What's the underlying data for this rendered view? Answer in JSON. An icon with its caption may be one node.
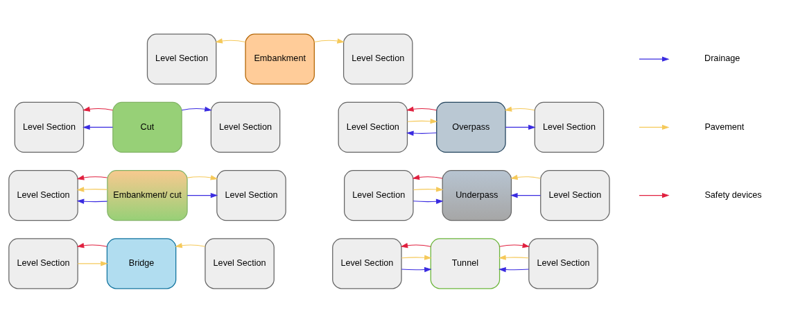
{
  "diagram": {
    "nodes": [
      {
        "text": [
          "Level Section"
        ]
      },
      {
        "text": [
          "Embankment"
        ]
      },
      {
        "text": [
          "Level Section"
        ]
      },
      {
        "text": [
          "Level Section"
        ]
      },
      {
        "text": [
          "Cut"
        ]
      },
      {
        "text": [
          "Level Section"
        ]
      },
      {
        "text": [
          "Level Section"
        ]
      },
      {
        "text": [
          "Overpass"
        ]
      },
      {
        "text": [
          "Level Section"
        ]
      },
      {
        "text": [
          "Level Section"
        ]
      },
      {
        "text": [
          "Embankment/ cut"
        ]
      },
      {
        "text": [
          "Level Section"
        ]
      },
      {
        "text": [
          "Level Section"
        ]
      },
      {
        "text": [
          "Underpass"
        ]
      },
      {
        "text": [
          "Level Section"
        ]
      },
      {
        "text": [
          "Level Section"
        ]
      },
      {
        "text": [
          "Bridge"
        ]
      },
      {
        "text": [
          "Level Section"
        ]
      },
      {
        "text": [
          "Level Section"
        ]
      },
      {
        "text": [
          "Tunnel"
        ]
      },
      {
        "text": [
          "Level Section"
        ]
      }
    ],
    "edges": [
      {
        "from": 1,
        "to": 0,
        "arrow": "to",
        "color": "#f5c95a"
      },
      {
        "from": 1,
        "to": 2,
        "arrow": "to",
        "color": "#f5c95a"
      },
      {
        "from": 4,
        "to": 3,
        "arrow": "to",
        "color": "#3a2be0"
      },
      {
        "from": 4,
        "to": 3,
        "arrow": "to",
        "color": "#e0203f"
      },
      {
        "from": 4,
        "to": 5,
        "arrow": "to",
        "color": "#3a2be0"
      },
      {
        "from": 7,
        "to": 6,
        "arrow": "to",
        "color": "#3a2be0"
      },
      {
        "from": 6,
        "to": 7,
        "arrow": "to",
        "color": "#f5c95a"
      },
      {
        "from": 7,
        "to": 6,
        "arrow": "to",
        "color": "#e0203f"
      },
      {
        "from": 7,
        "to": 8,
        "arrow": "to",
        "color": "#3a2be0"
      },
      {
        "from": 8,
        "to": 7,
        "arrow": "to",
        "color": "#f5c95a"
      },
      {
        "from": 10,
        "to": 9,
        "arrow": "to",
        "color": "#3a2be0"
      },
      {
        "from": 10,
        "to": 9,
        "arrow": "to",
        "color": "#f5c95a"
      },
      {
        "from": 10,
        "to": 9,
        "arrow": "to",
        "color": "#e0203f"
      },
      {
        "from": 10,
        "to": 11,
        "arrow": "to",
        "color": "#3a2be0"
      },
      {
        "from": 10,
        "to": 11,
        "arrow": "to",
        "color": "#f5c95a"
      },
      {
        "from": 12,
        "to": 13,
        "arrow": "to",
        "color": "#3a2be0"
      },
      {
        "from": 12,
        "to": 13,
        "arrow": "to",
        "color": "#f5c95a"
      },
      {
        "from": 13,
        "to": 12,
        "arrow": "to",
        "color": "#e0203f"
      },
      {
        "from": 14,
        "to": 13,
        "arrow": "to",
        "color": "#3a2be0"
      },
      {
        "from": 14,
        "to": 13,
        "arrow": "to",
        "color": "#f5c95a"
      },
      {
        "from": 15,
        "to": 16,
        "arrow": "to",
        "color": "#f5c95a"
      },
      {
        "from": 16,
        "to": 15,
        "arrow": "to",
        "color": "#e0203f"
      },
      {
        "from": 17,
        "to": 16,
        "arrow": "to",
        "color": "#f5c95a"
      },
      {
        "from": 18,
        "to": 19,
        "arrow": "to",
        "color": "#3a2be0"
      },
      {
        "from": 18,
        "to": 19,
        "arrow": "to",
        "color": "#f5c95a"
      },
      {
        "from": 19,
        "to": 18,
        "arrow": "to",
        "color": "#e0203f"
      },
      {
        "from": 20,
        "to": 19,
        "arrow": "to",
        "color": "#3a2be0"
      },
      {
        "from": 20,
        "to": 19,
        "arrow": "to",
        "color": "#f5c95a"
      },
      {
        "from": 19,
        "to": 20,
        "arrow": "to",
        "color": "#e0203f"
      }
    ],
    "legend": [
      {
        "text": "Drainage"
      },
      {
        "text": "Pavement"
      },
      {
        "text": "Safety devices"
      }
    ]
  }
}
